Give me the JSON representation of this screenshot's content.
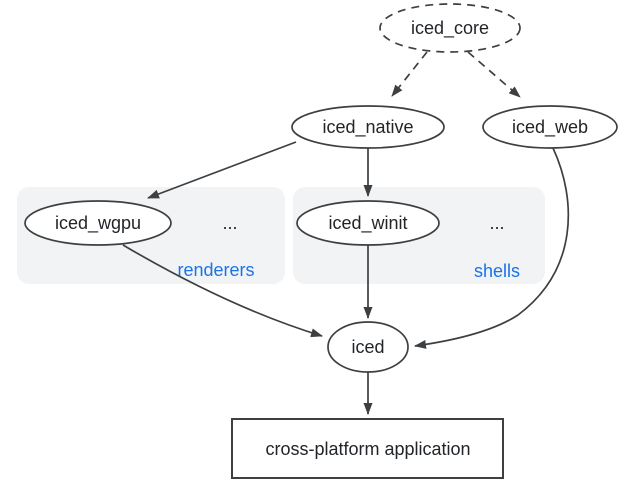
{
  "diagram": {
    "nodes": {
      "iced_core": {
        "label": "iced_core",
        "shape": "ellipse",
        "border": "dashed"
      },
      "iced_native": {
        "label": "iced_native",
        "shape": "ellipse",
        "border": "solid"
      },
      "iced_web": {
        "label": "iced_web",
        "shape": "ellipse",
        "border": "solid"
      },
      "iced_wgpu": {
        "label": "iced_wgpu",
        "shape": "ellipse",
        "border": "solid"
      },
      "iced_winit": {
        "label": "iced_winit",
        "shape": "ellipse",
        "border": "solid"
      },
      "iced": {
        "label": "iced",
        "shape": "ellipse",
        "border": "solid"
      },
      "cross_platform_application": {
        "label": "cross-platform application",
        "shape": "rectangle",
        "border": "solid"
      }
    },
    "groups": {
      "renderers": {
        "label": "renderers",
        "ellipsis": "..."
      },
      "shells": {
        "label": "shells",
        "ellipsis": "..."
      }
    },
    "edges": [
      {
        "from": "iced_core",
        "to": "iced_native",
        "style": "dashed"
      },
      {
        "from": "iced_core",
        "to": "iced_web",
        "style": "dashed"
      },
      {
        "from": "iced_native",
        "to": "iced_wgpu",
        "style": "solid"
      },
      {
        "from": "iced_native",
        "to": "iced_winit",
        "style": "solid"
      },
      {
        "from": "iced_wgpu",
        "to": "iced",
        "style": "solid"
      },
      {
        "from": "iced_winit",
        "to": "iced",
        "style": "solid"
      },
      {
        "from": "iced_web",
        "to": "iced",
        "style": "solid"
      },
      {
        "from": "iced",
        "to": "cross_platform_application",
        "style": "solid"
      }
    ],
    "colors": {
      "background": "#ffffff",
      "node_fill": "#ffffff",
      "stroke": "#3c4043",
      "text": "#212529",
      "group_fill": "#f1f3f5",
      "group_label": "#1a73e8"
    }
  }
}
